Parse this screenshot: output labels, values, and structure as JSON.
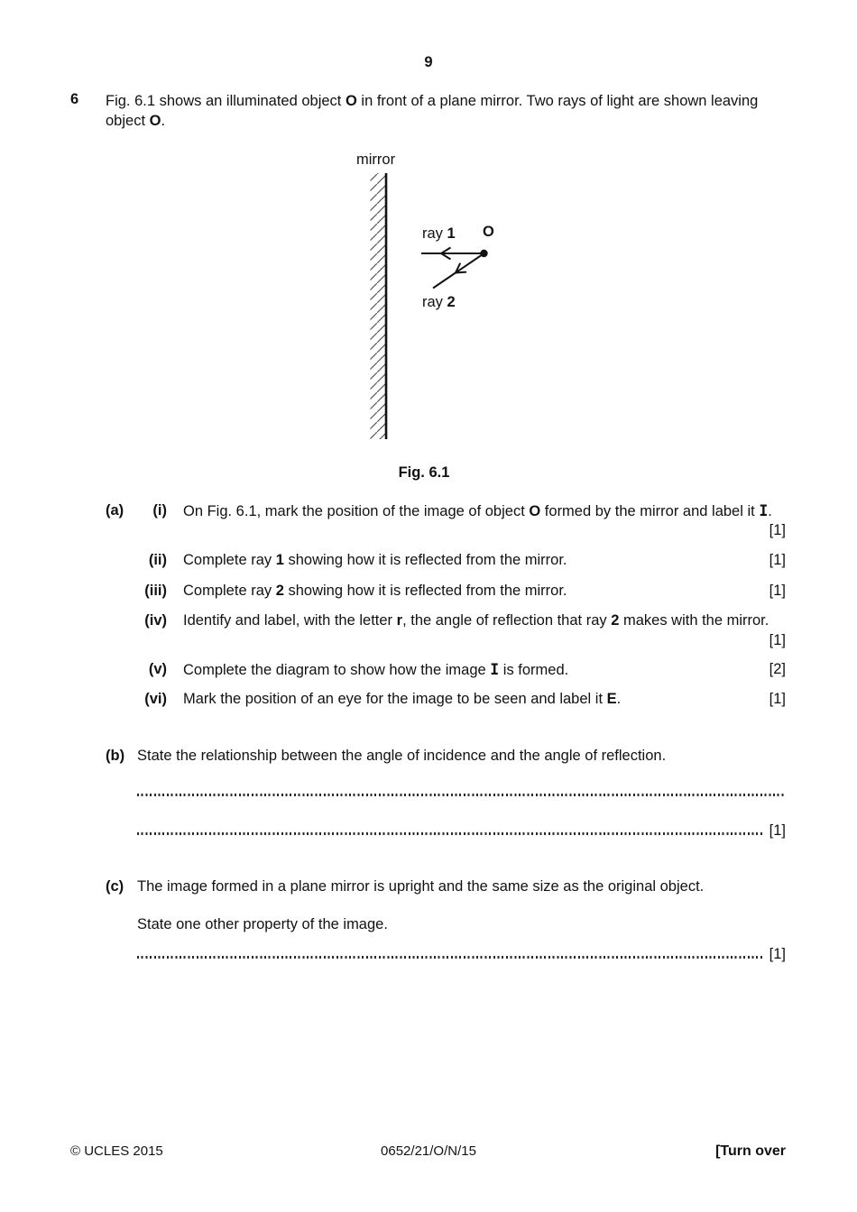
{
  "page": {
    "number": "9"
  },
  "question": {
    "number": "6",
    "intro_line1": [
      {
        "t": "Fig. 6.1 shows an illuminated object "
      },
      {
        "t": "O",
        "b": true
      },
      {
        "t": " in front of a plane mirror. Two rays of light are shown leaving"
      }
    ],
    "intro_line2": [
      {
        "t": "object "
      },
      {
        "t": "O",
        "b": true
      },
      {
        "t": "."
      }
    ]
  },
  "diagram": {
    "mirror_label": "mirror",
    "object_label": "O",
    "ray1_word": "ray ",
    "ray1_num": "1",
    "ray2_word": "ray ",
    "ray2_num": "2",
    "caption": "Fig. 6.1"
  },
  "part_a": {
    "label": "(a)",
    "items": [
      {
        "roman": "(i)",
        "segments": [
          {
            "t": "On Fig. 6.1, mark the position of the image of object "
          },
          {
            "t": "O",
            "b": true
          },
          {
            "t": " formed by the mirror and label it "
          },
          {
            "t": "I",
            "serif": true
          },
          {
            "t": "."
          }
        ],
        "marks": "[1]"
      },
      {
        "roman": "(ii)",
        "segments": [
          {
            "t": "Complete ray "
          },
          {
            "t": "1",
            "b": true
          },
          {
            "t": " showing how it is reflected from the mirror."
          }
        ],
        "marks": "[1]"
      },
      {
        "roman": "(iii)",
        "segments": [
          {
            "t": "Complete ray "
          },
          {
            "t": "2",
            "b": true
          },
          {
            "t": " showing how it is reflected from the mirror."
          }
        ],
        "marks": "[1]"
      },
      {
        "roman": "(iv)",
        "segments": [
          {
            "t": "Identify and label, with the letter "
          },
          {
            "t": "r",
            "b": true
          },
          {
            "t": ", the angle of reflection that ray "
          },
          {
            "t": "2",
            "b": true
          },
          {
            "t": " makes with the mirror."
          }
        ],
        "marks": "[1]"
      },
      {
        "roman": "(v)",
        "segments": [
          {
            "t": "Complete the diagram to show how the image "
          },
          {
            "t": "I",
            "serif": true
          },
          {
            "t": " is formed."
          }
        ],
        "marks": "[2]"
      },
      {
        "roman": "(vi)",
        "segments": [
          {
            "t": "Mark the position of an eye for the image to be seen and label it "
          },
          {
            "t": "E",
            "b": true
          },
          {
            "t": "."
          }
        ],
        "marks": "[1]"
      }
    ]
  },
  "part_b": {
    "label": "(b)",
    "text": "State the relationship between the angle of incidence and the angle of reflection.",
    "line2_marks": "[1]"
  },
  "part_c": {
    "label": "(c)",
    "text1": "The image formed in a plane mirror is upright and the same size as the original object.",
    "text2": "State one other property of the image.",
    "marks": "[1]"
  },
  "footer": {
    "copyright": "© UCLES 2015",
    "paper_code": "0652/21/O/N/15",
    "turn_over": "[Turn over"
  }
}
